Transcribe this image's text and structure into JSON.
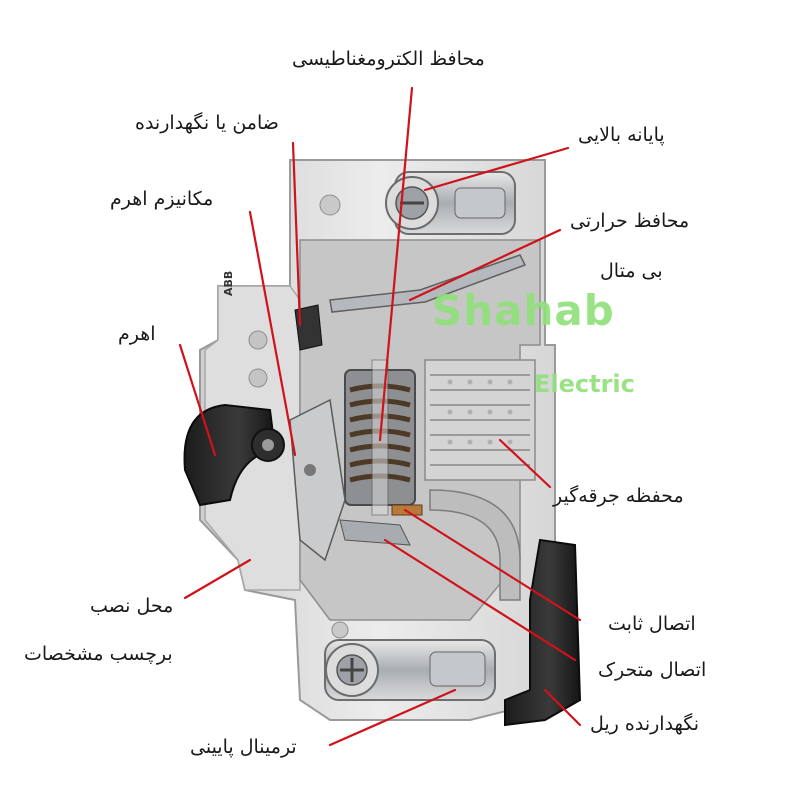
{
  "labels": {
    "electromagnetic_protector": "محافظ الکترومغناطیسی",
    "guarantor_holder": "ضامن یا نگهدارنده",
    "top_terminal": "پایانه بالایی",
    "lever_mechanism": "مکانیزم اهرم",
    "thermal_protector": "محافظ حرارتی",
    "bimetal": "بی متال",
    "lever": "اهرم",
    "arc_chamber": "محفظه جرقه‌گیر",
    "label_location_line1": "محل نصب",
    "label_location_line2": "برچسب مشخصات",
    "fixed_contact": "اتصال ثابت",
    "moving_contact": "اتصال متحرک",
    "rail_holder": "نگهدارنده ریل",
    "bottom_terminal": "ترمینال پایینی"
  },
  "watermark": {
    "line1": "Shahab",
    "line2": "Electric"
  },
  "device_brand": "ABB",
  "colors": {
    "leader_line": "#d0121b",
    "watermark": "#8fe07a",
    "housing": "#e6e6e6",
    "metal": "#b9bcc0",
    "dark_part": "#2a2a2a",
    "copper": "#b87a3a"
  }
}
